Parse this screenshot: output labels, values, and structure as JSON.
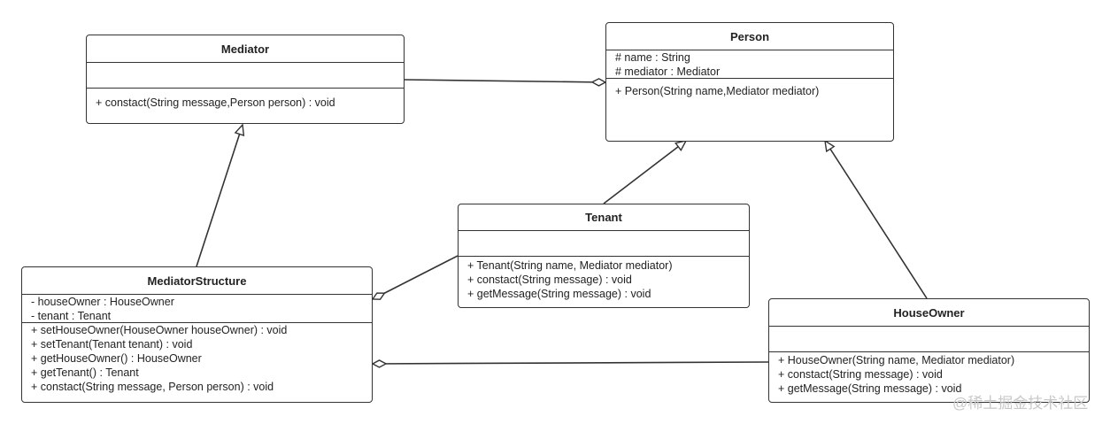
{
  "classes": {
    "mediator": {
      "name": "Mediator",
      "attributes": [],
      "operations": [
        "+ constact(String message,Person person) : void"
      ]
    },
    "person": {
      "name": "Person",
      "attributes": [
        "# name : String",
        "# mediator : Mediator"
      ],
      "operations": [
        "+ Person(String name,Mediator mediator)"
      ]
    },
    "tenant": {
      "name": "Tenant",
      "attributes": [],
      "operations": [
        "+ Tenant(String name, Mediator mediator)",
        "+ constact(String message) : void",
        "+ getMessage(String message) : void"
      ]
    },
    "mediator_structure": {
      "name": "MediatorStructure",
      "attributes": [
        "- houseOwner : HouseOwner",
        "- tenant : Tenant"
      ],
      "operations": [
        "+ setHouseOwner(HouseOwner houseOwner) : void",
        "+ setTenant(Tenant tenant) : void",
        "+ getHouseOwner() : HouseOwner",
        "+ getTenant() : Tenant",
        "+ constact(String message, Person person) : void"
      ]
    },
    "house_owner": {
      "name": "HouseOwner",
      "attributes": [],
      "operations": [
        "+ HouseOwner(String name, Mediator mediator)",
        "+ constact(String message) : void",
        "+ getMessage(String message) : void"
      ]
    }
  },
  "relations": [
    {
      "type": "aggregation",
      "from": "mediator",
      "to": "person"
    },
    {
      "type": "generalization",
      "from": "mediator_structure",
      "to": "mediator"
    },
    {
      "type": "generalization",
      "from": "tenant",
      "to": "person"
    },
    {
      "type": "generalization",
      "from": "house_owner",
      "to": "person"
    },
    {
      "type": "aggregation",
      "from": "tenant",
      "to": "mediator_structure"
    },
    {
      "type": "aggregation",
      "from": "house_owner",
      "to": "mediator_structure"
    }
  ],
  "watermark": "@稀土掘金技术社区",
  "colors": {
    "line": "#333333",
    "background": "#ffffff",
    "watermark": "#c8c8c8"
  }
}
